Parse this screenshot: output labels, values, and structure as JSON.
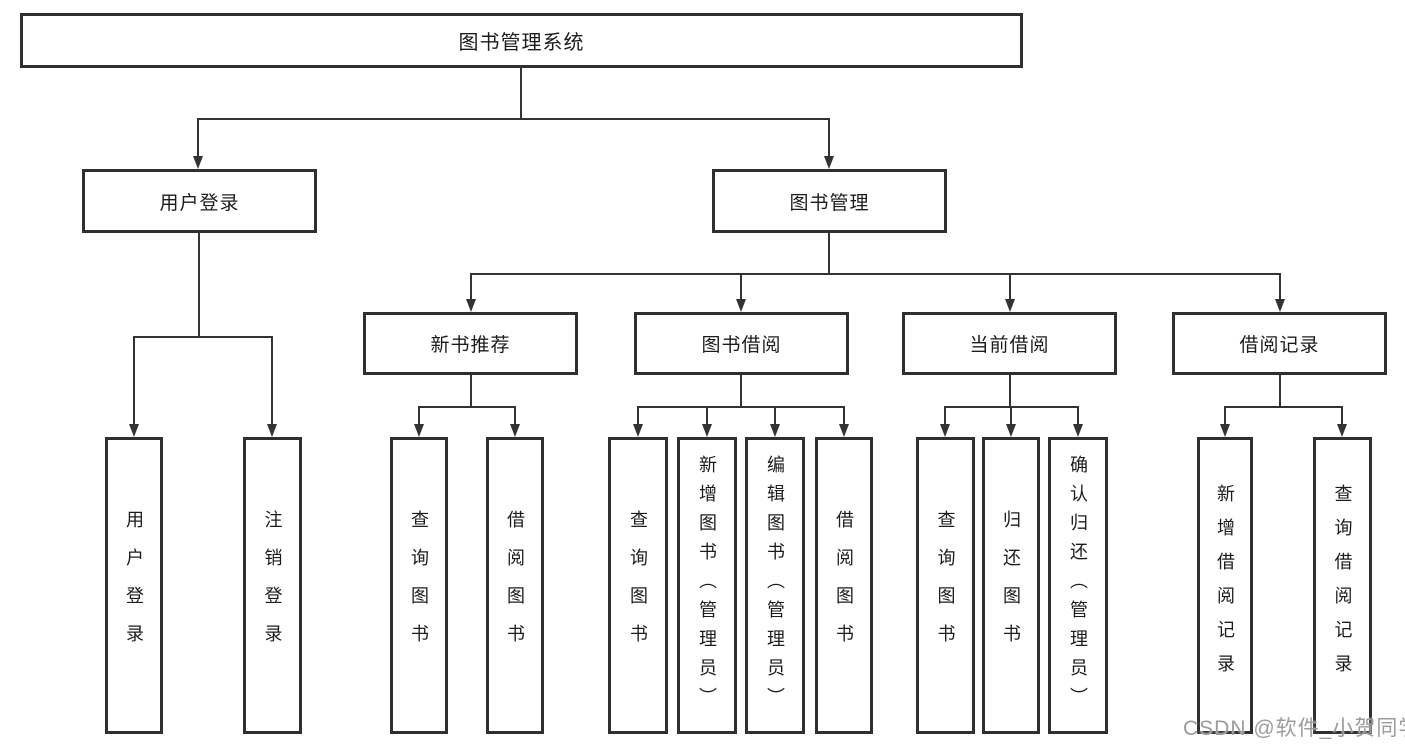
{
  "tree": {
    "root": {
      "label": "图书管理系统"
    },
    "level2": [
      {
        "label": "用户登录"
      },
      {
        "label": "图书管理"
      }
    ],
    "level3": [
      {
        "label": "新书推荐"
      },
      {
        "label": "图书借阅"
      },
      {
        "label": "当前借阅"
      },
      {
        "label": "借阅记录"
      }
    ],
    "leaves": [
      {
        "label": "用户登录"
      },
      {
        "label": "注销登录"
      },
      {
        "label": "查询图书"
      },
      {
        "label": "借阅图书"
      },
      {
        "label": "查询图书"
      },
      {
        "label": "新增图书（管理员）"
      },
      {
        "label": "编辑图书（管理员）"
      },
      {
        "label": "借阅图书"
      },
      {
        "label": "查询图书"
      },
      {
        "label": "归还图书"
      },
      {
        "label": "确认归还（管理员）"
      },
      {
        "label": "新增借阅记录"
      },
      {
        "label": "查询借阅记录"
      }
    ]
  },
  "watermark": {
    "text": "CSDN @软件_小贺同学"
  },
  "colors": {
    "line": "#333333",
    "box_border": "#2f2f2f",
    "text": "#1c1c1c",
    "watermark": "#9c9c9c",
    "background": "#ffffff"
  }
}
